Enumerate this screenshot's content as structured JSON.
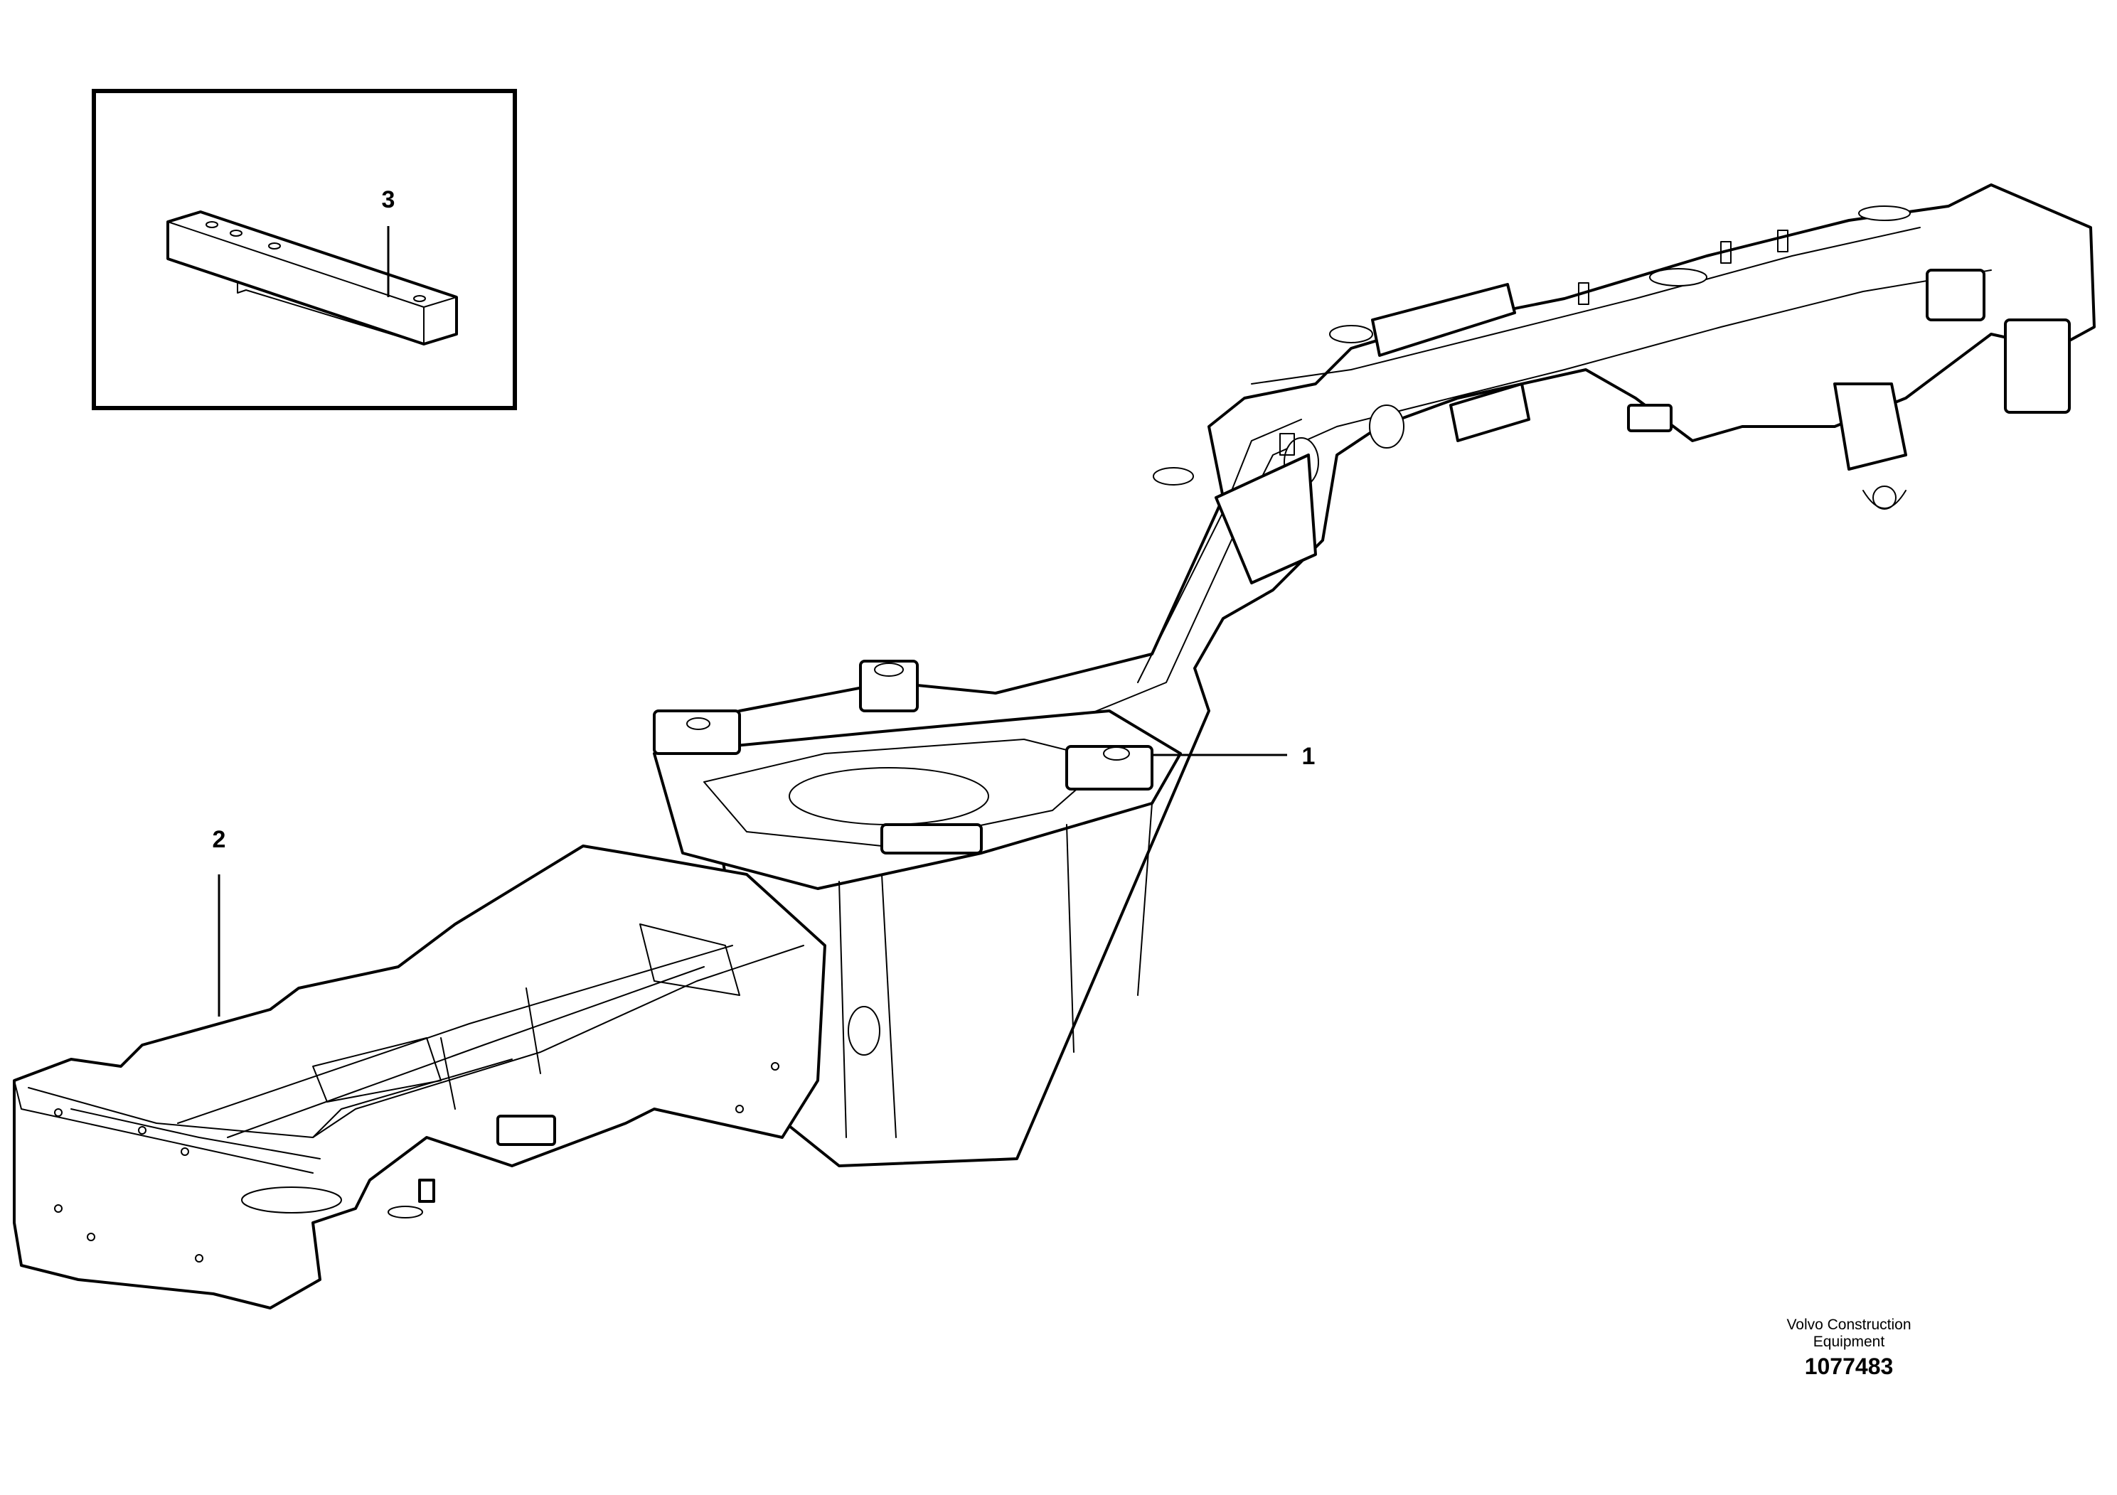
{
  "diagram": {
    "callouts": [
      {
        "label": "1"
      },
      {
        "label": "2"
      },
      {
        "label": "3"
      }
    ],
    "footer": {
      "brand_line1": "Volvo Construction",
      "brand_line2": "Equipment",
      "doc_number": "1077483"
    }
  }
}
